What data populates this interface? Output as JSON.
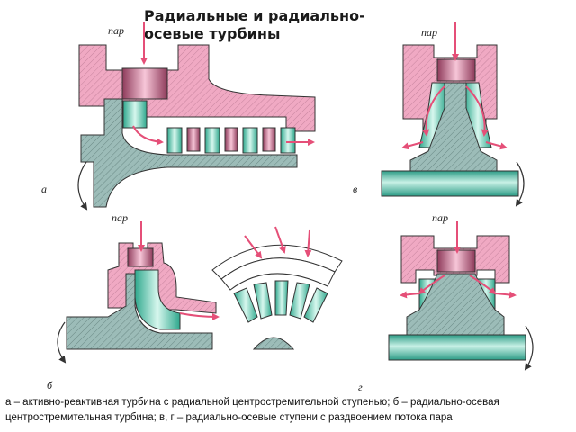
{
  "title": "Радиальные и радиально-осевые турбины",
  "labels": {
    "steam": "пар",
    "a": "а",
    "b": "б",
    "v": "в",
    "g": "г"
  },
  "caption": "а – активно-реактивная турбина с радиальной центростремительной ступенью; б – радиально-осевая центростремительная турбина; в, г – радиально-осевые ступени с раздвоением потока пара",
  "colors": {
    "casing": "#f0a9c3",
    "rotor": "#8fb5b0",
    "blade": "#79d4bf",
    "arrow": "#e54f78",
    "line": "#333333"
  }
}
